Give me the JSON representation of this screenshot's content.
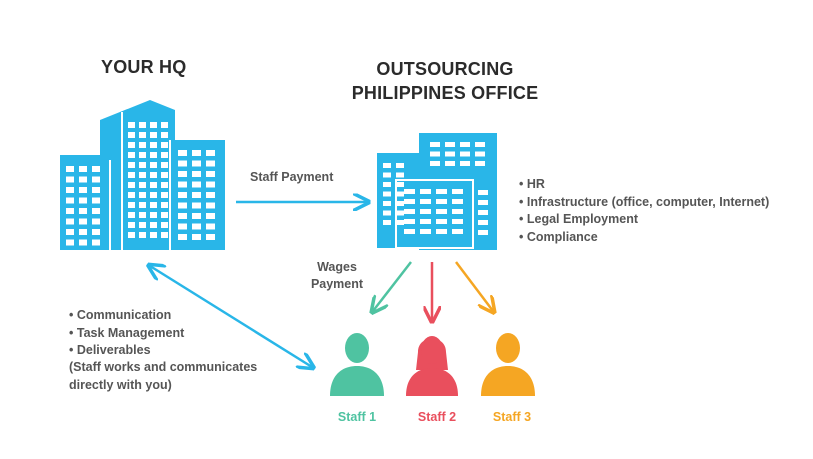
{
  "hq": {
    "title": "YOUR HQ"
  },
  "outsourcing": {
    "title_line1": "OUTSOURCING",
    "title_line2": "PHILIPPINES OFFICE"
  },
  "staff_payment_label": "Staff Payment",
  "wages_payment": {
    "line1": "Wages",
    "line2": "Payment"
  },
  "services": [
    "HR",
    "Infrastructure (office, computer, Internet)",
    "Legal Employment",
    "Compliance"
  ],
  "communication": [
    "Communication",
    "Task Management",
    "Deliverables"
  ],
  "communication_note": {
    "line1": "(Staff works and communicates",
    "line2": "directly with you)"
  },
  "staff": [
    {
      "label": "Staff 1",
      "color": "#4fc3a1"
    },
    {
      "label": "Staff 2",
      "color": "#e94f5d"
    },
    {
      "label": "Staff 3",
      "color": "#f5a623"
    }
  ],
  "colors": {
    "building": "#29b6e8",
    "window": "#ffffff",
    "arrow": "#29b6e8"
  }
}
